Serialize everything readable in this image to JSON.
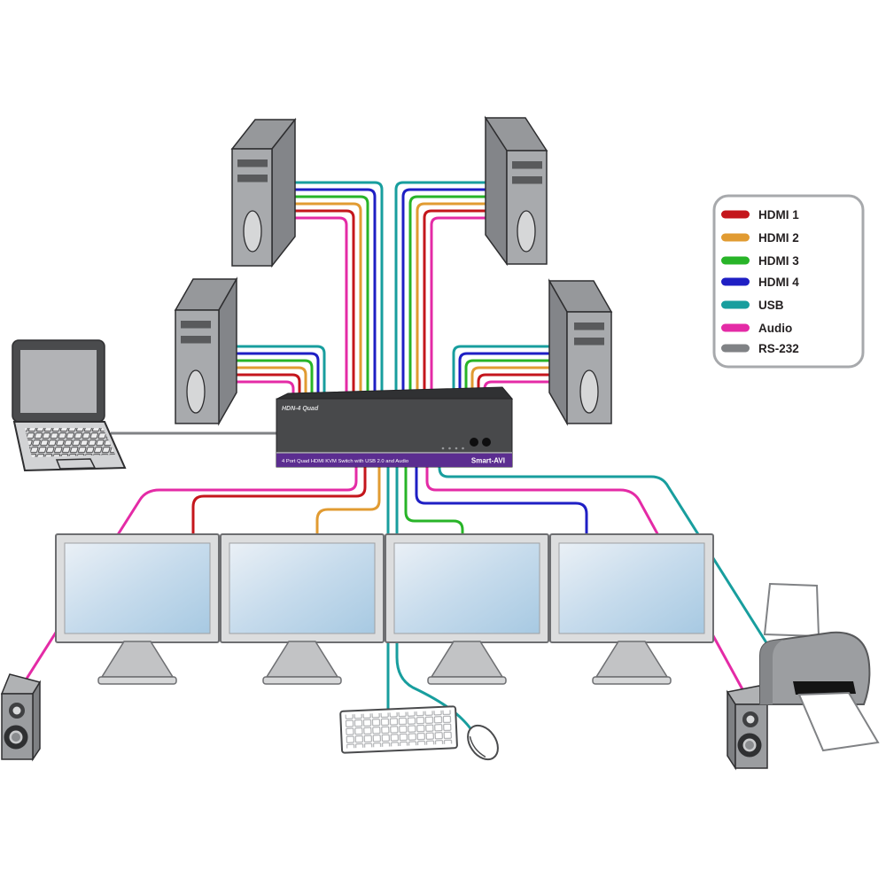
{
  "device": {
    "model": "HDN-4 Quad",
    "description": "4 Port Quad HDMI KVM Switch with USB 2.0 and Audio",
    "brand": "Smart-AVI"
  },
  "legend": {
    "items": [
      {
        "label": "HDMI 1",
        "color": "#c4161c"
      },
      {
        "label": "HDMI 2",
        "color": "#e19b32"
      },
      {
        "label": "HDMI 3",
        "color": "#28b428"
      },
      {
        "label": "HDMI 4",
        "color": "#1f1fc4"
      },
      {
        "label": "USB",
        "color": "#189e9e"
      },
      {
        "label": "Audio",
        "color": "#e42ba6"
      },
      {
        "label": "RS-232",
        "color": "#808285"
      }
    ]
  },
  "connections": [
    {
      "from": "computer-top-left",
      "to": "kvm-switch",
      "cables": [
        "HDMI 1",
        "HDMI 2",
        "HDMI 3",
        "HDMI 4",
        "USB",
        "Audio"
      ]
    },
    {
      "from": "computer-top-right",
      "to": "kvm-switch",
      "cables": [
        "HDMI 1",
        "HDMI 2",
        "HDMI 3",
        "HDMI 4",
        "USB",
        "Audio"
      ]
    },
    {
      "from": "computer-mid-left",
      "to": "kvm-switch",
      "cables": [
        "HDMI 1",
        "HDMI 2",
        "HDMI 3",
        "HDMI 4",
        "USB",
        "Audio"
      ]
    },
    {
      "from": "computer-mid-right",
      "to": "kvm-switch",
      "cables": [
        "HDMI 1",
        "HDMI 2",
        "HDMI 3",
        "HDMI 4",
        "USB",
        "Audio"
      ]
    },
    {
      "from": "kvm-switch",
      "to": "monitor-1",
      "cables": [
        "HDMI 1"
      ]
    },
    {
      "from": "kvm-switch",
      "to": "monitor-2",
      "cables": [
        "HDMI 2"
      ]
    },
    {
      "from": "kvm-switch",
      "to": "monitor-3",
      "cables": [
        "HDMI 3"
      ]
    },
    {
      "from": "kvm-switch",
      "to": "monitor-4",
      "cables": [
        "HDMI 4"
      ]
    },
    {
      "from": "kvm-switch",
      "to": "speaker-left",
      "cables": [
        "Audio"
      ]
    },
    {
      "from": "kvm-switch",
      "to": "speaker-right",
      "cables": [
        "Audio"
      ]
    },
    {
      "from": "kvm-switch",
      "to": "keyboard",
      "cables": [
        "USB"
      ]
    },
    {
      "from": "kvm-switch",
      "to": "mouse",
      "cables": [
        "USB"
      ]
    },
    {
      "from": "kvm-switch",
      "to": "printer",
      "cables": [
        "USB"
      ]
    },
    {
      "from": "laptop",
      "to": "kvm-switch",
      "cables": [
        "RS-232"
      ]
    }
  ]
}
